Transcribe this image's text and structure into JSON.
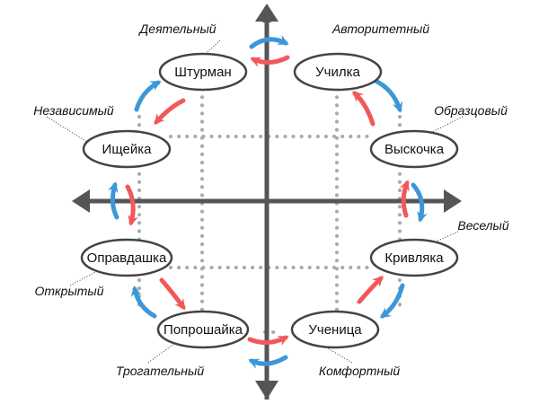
{
  "diagram": {
    "nodes": [
      {
        "id": "shturman",
        "label": "Штурман"
      },
      {
        "id": "uchilka",
        "label": "Училка"
      },
      {
        "id": "ishcheyka",
        "label": "Ищейка"
      },
      {
        "id": "vyskochka",
        "label": "Выскочка"
      },
      {
        "id": "opravdashka",
        "label": "Оправдашка"
      },
      {
        "id": "krivlyaka",
        "label": "Кривляка"
      },
      {
        "id": "poproshayka",
        "label": "Попрошайка"
      },
      {
        "id": "uchenitsa",
        "label": "Ученица"
      }
    ],
    "captions": [
      {
        "id": "deyatelnyy",
        "text": "Деятельный"
      },
      {
        "id": "avtoritetnyy",
        "text": "Авторитетный"
      },
      {
        "id": "nezavisimyy",
        "text": "Независимый"
      },
      {
        "id": "obraztsovyy",
        "text": "Образцовый"
      },
      {
        "id": "veselyy",
        "text": "Веселый"
      },
      {
        "id": "otkrytyy",
        "text": "Открытый"
      },
      {
        "id": "trogatelnyy",
        "text": "Трогательный"
      },
      {
        "id": "komfortnyy",
        "text": "Комфортный"
      }
    ],
    "colors": {
      "axis": "#555555",
      "grid": "#aaaaaa",
      "arrow_blue": "#3b97d8",
      "arrow_red": "#f2585a",
      "node_stroke": "#444444",
      "node_fill": "#ffffff"
    }
  }
}
